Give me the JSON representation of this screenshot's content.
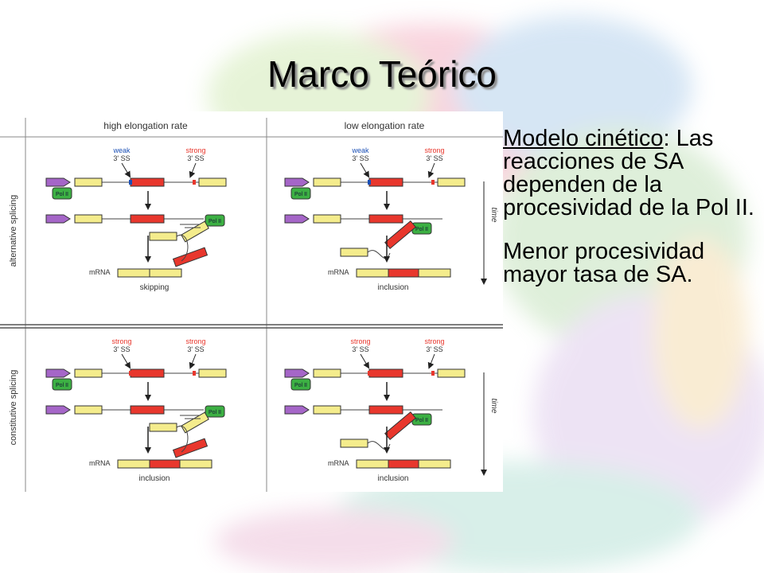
{
  "slide": {
    "title": "Marco Teórico",
    "model_term": "Modelo cinético",
    "colon": ":",
    "line1_rest": "Las reacciones de SA dependen de la procesividad de la Pol II.",
    "line2": "Menor procesividad mayor tasa de SA."
  },
  "figure": {
    "col_high": "high elongation rate",
    "col_low": "low elongation rate",
    "row_alt": "alternative splicing",
    "row_con": "constitutive splicing",
    "weak": "weak",
    "strong": "strong",
    "ss": "3' SS",
    "pol": "Pol II",
    "time": "time",
    "mrna": "mRNA",
    "skipping": "skipping",
    "inclusion": "inclusion"
  },
  "colors": {
    "exon": "#f4ec8c",
    "alt_exon": "#e8372d",
    "pol": "#3cb043",
    "arrow": "#a566c8",
    "weak_ss": "#1a4fb5",
    "strong_ss": "#e8372d"
  }
}
